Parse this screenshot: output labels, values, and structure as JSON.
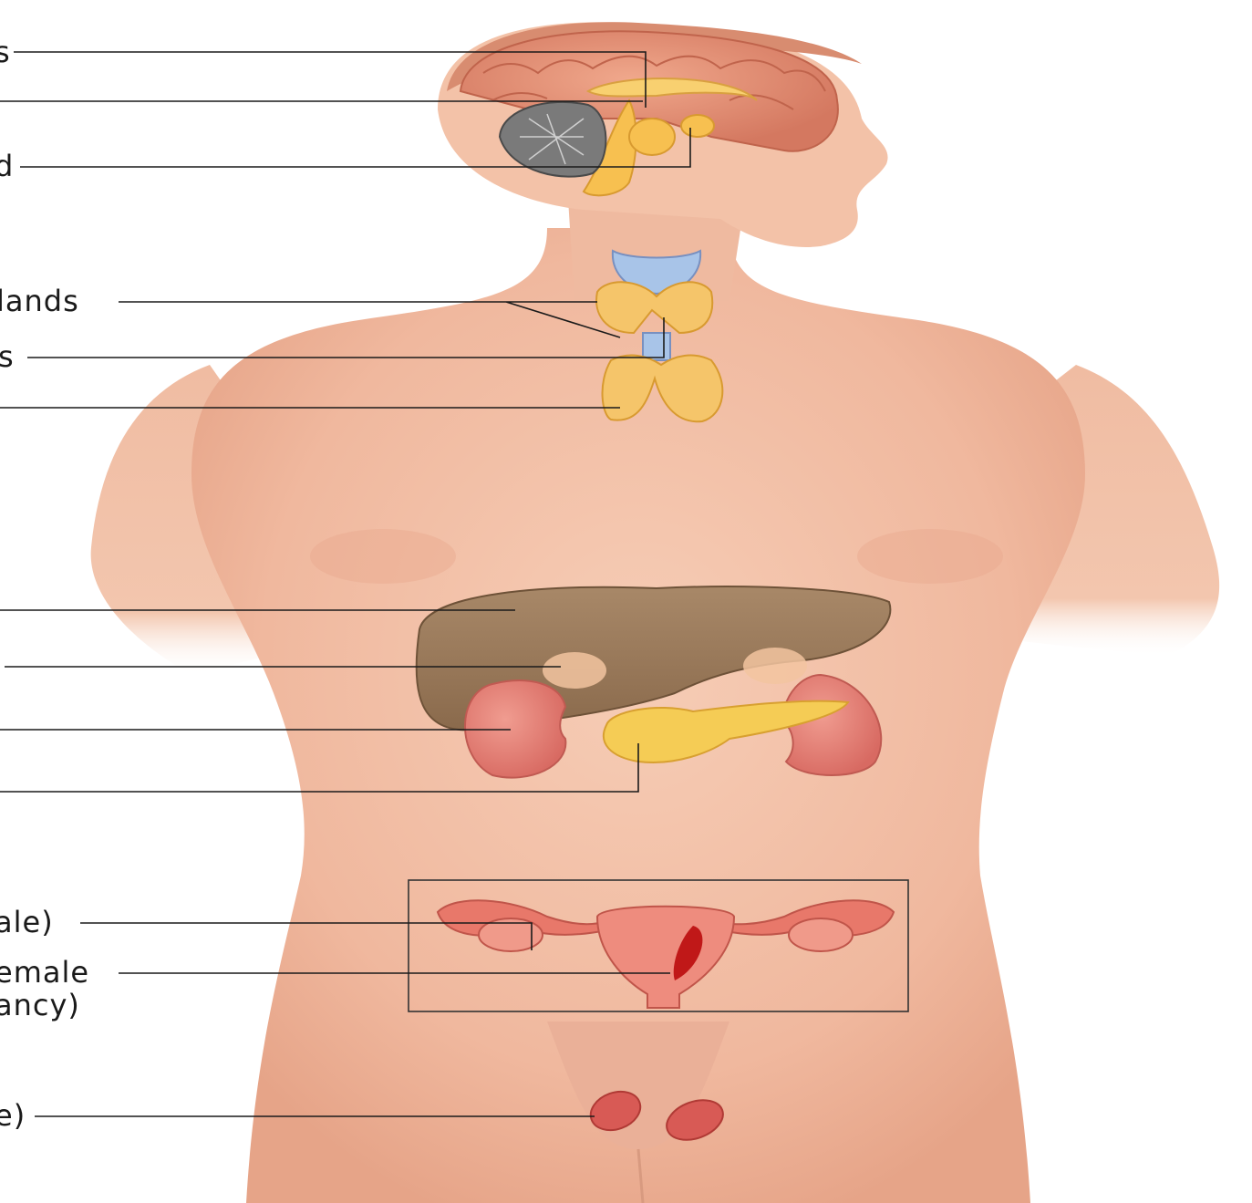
{
  "diagram": {
    "labels": [
      {
        "id": "pineal",
        "text": "s"
      },
      {
        "id": "hypothalamus",
        "text": ""
      },
      {
        "id": "pituitary",
        "text": "d"
      },
      {
        "id": "parathyroid",
        "text": "lands"
      },
      {
        "id": "thyroid",
        "text": "s"
      },
      {
        "id": "thymus",
        "text": ""
      },
      {
        "id": "liver",
        "text": ""
      },
      {
        "id": "adrenal",
        "text": ""
      },
      {
        "id": "kidney",
        "text": ""
      },
      {
        "id": "pancreas",
        "text": ""
      },
      {
        "id": "ovary",
        "text": "ale)"
      },
      {
        "id": "placenta-1",
        "text": "emale"
      },
      {
        "id": "placenta-2",
        "text": "ancy)"
      },
      {
        "id": "testis",
        "text": "e)"
      }
    ]
  },
  "colors": {
    "skin": "#f2bfa6",
    "skin_shadow": "#e0a088",
    "brain": "#e8957a",
    "cerebellum": "#7a7a7a",
    "gland_yellow": "#f5c56a",
    "thyroid_cartilage": "#a8c4e8",
    "liver": "#a08060",
    "kidney": "#e07a70",
    "pancreas": "#f5cc55",
    "uterus": "#e8786a",
    "testis": "#d85a55"
  }
}
